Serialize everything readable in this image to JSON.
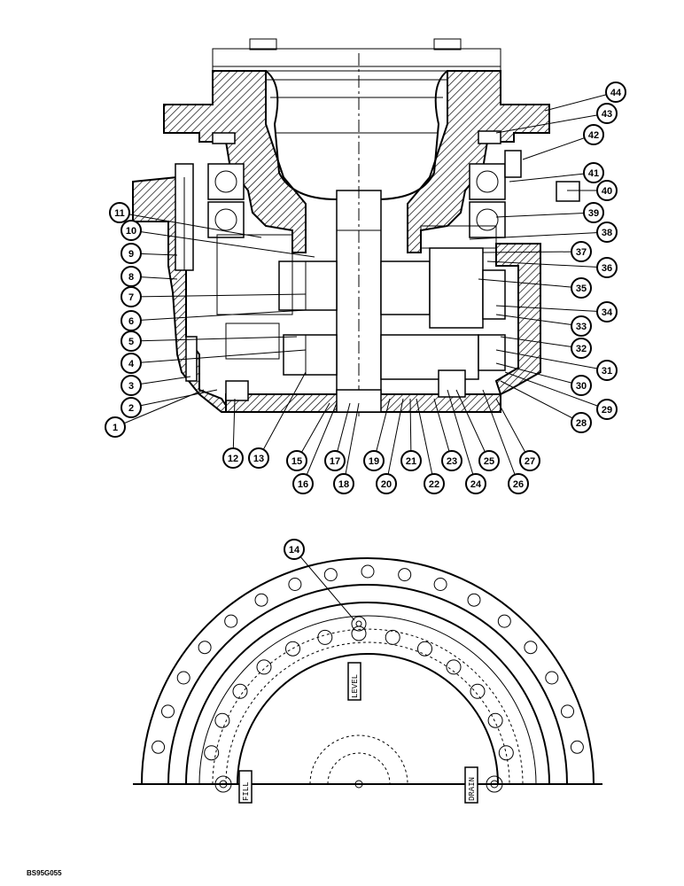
{
  "figure_ref": "BS95G055",
  "port_labels": {
    "level": "LEVEL",
    "fill": "FILL",
    "drain": "DRAIN"
  },
  "callouts": [
    "1",
    "2",
    "3",
    "4",
    "5",
    "6",
    "7",
    "8",
    "9",
    "10",
    "11",
    "12",
    "13",
    "14",
    "15",
    "16",
    "17",
    "18",
    "19",
    "20",
    "21",
    "22",
    "23",
    "24",
    "25",
    "26",
    "27",
    "28",
    "29",
    "30",
    "31",
    "32",
    "33",
    "34",
    "35",
    "36",
    "37",
    "38",
    "39",
    "40",
    "41",
    "42",
    "43",
    "44"
  ],
  "colors": {
    "line": "#000000",
    "background": "#ffffff"
  }
}
